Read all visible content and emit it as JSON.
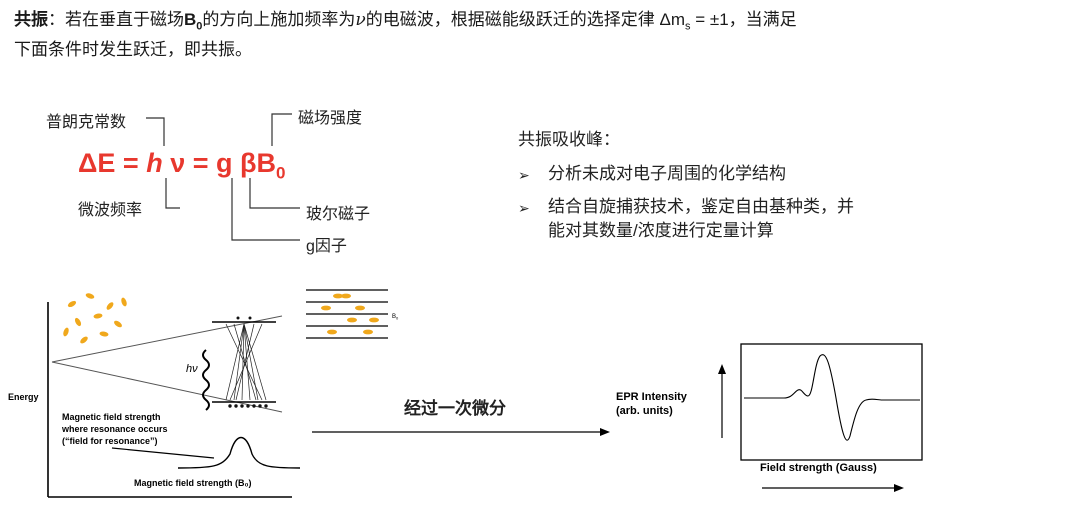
{
  "intro": {
    "bold_term": "共振",
    "line1_a": "：若在垂直于磁场",
    "b0_base": "B",
    "b0_sub": "0",
    "line1_b": "的方向上施加频率为",
    "nu": "ν",
    "line1_c": "的电磁波，根据磁能级跃迁的选择定律 Δm",
    "ms_sub": "s",
    "line1_d": " = ±1，当满足",
    "line2": "下面条件时发生跃迁，即共振。"
  },
  "equation": {
    "text_a": "ΔE = ",
    "h": "h",
    "text_b": " ν = g βB",
    "sub": "0"
  },
  "labels": {
    "planck": "普朗克常数",
    "field_strength": "磁场强度",
    "microwave_freq": "微波频率",
    "bohr_magneton": "玻尔磁子",
    "g_factor": "g因子"
  },
  "resonance_peak": {
    "heading": "共振吸收峰：",
    "bullet1": "分析未成对电子周围的化学结构",
    "bullet2_line1": "结合自旋捕获技术，鉴定自由基种类，并",
    "bullet2_line2": "能对其数量/浓度进行定量计算"
  },
  "energy_diagram": {
    "y_label": "Energy",
    "hv_label": "hν",
    "b_label": "B",
    "b_sub": "0",
    "note_line1": "Magnetic field strength",
    "note_line2": "where resonance occurs",
    "note_line3": "(“field for resonance”)",
    "x_label": "Magnetic field strength (B₀)"
  },
  "transform_label": "经过一次微分",
  "epr_plot": {
    "y_label_line1": "EPR Intensity",
    "y_label_line2": "(arb. units)",
    "x_label": "Field strength (Gauss)"
  },
  "colors": {
    "equation": "#e8382e",
    "particle": "#f0a81c"
  }
}
